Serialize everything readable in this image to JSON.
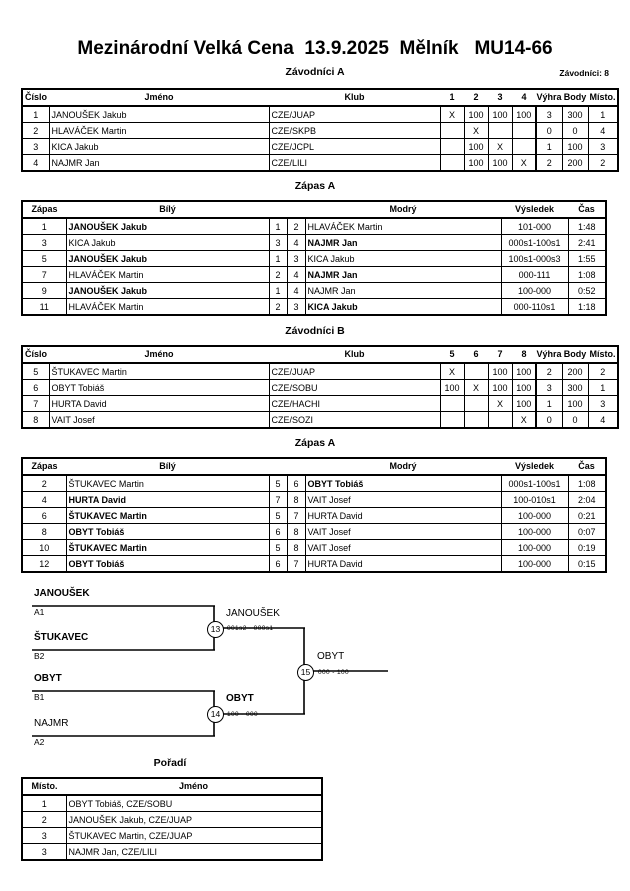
{
  "header": {
    "title": "Mezinárodní Velká Cena  13.9.2025  Mělník   MU14-66",
    "entrants_label": "Závodníci: 8"
  },
  "sections": {
    "group_a_caption": "Závodníci A",
    "group_b_caption": "Závodníci B",
    "match_a_caption": "Zápas A",
    "match_b_caption": "Zápas A",
    "order_caption": "Pořadí"
  },
  "roundrobin_headers": {
    "cislo": "Číslo",
    "jmeno": "Jméno",
    "klub": "Klub",
    "vyhra": "Výhra",
    "body": "Body",
    "misto": "Místo."
  },
  "group_a": {
    "opponent_columns": [
      "1",
      "2",
      "3",
      "4"
    ],
    "rows": [
      {
        "cislo": "1",
        "jmeno": "JANOUŠEK Jakub",
        "klub": "CZE/JUAP",
        "cells": [
          "X",
          "100",
          "100",
          "100"
        ],
        "vyhra": "3",
        "body": "300",
        "misto": "1"
      },
      {
        "cislo": "2",
        "jmeno": "HLAVÁČEK Martin",
        "klub": "CZE/SKPB",
        "cells": [
          "",
          "X",
          "",
          ""
        ],
        "vyhra": "0",
        "body": "0",
        "misto": "4"
      },
      {
        "cislo": "3",
        "jmeno": "KICA Jakub",
        "klub": "CZE/JCPL",
        "cells": [
          "",
          "100",
          "X",
          ""
        ],
        "vyhra": "1",
        "body": "100",
        "misto": "3"
      },
      {
        "cislo": "4",
        "jmeno": "NAJMR Jan",
        "klub": "CZE/LILI",
        "cells": [
          "",
          "100",
          "100",
          "X"
        ],
        "vyhra": "2",
        "body": "200",
        "misto": "2"
      }
    ]
  },
  "group_b": {
    "opponent_columns": [
      "5",
      "6",
      "7",
      "8"
    ],
    "rows": [
      {
        "cislo": "5",
        "jmeno": "ŠTUKAVEC Martin",
        "klub": "CZE/JUAP",
        "cells": [
          "X",
          "",
          "100",
          "100"
        ],
        "vyhra": "2",
        "body": "200",
        "misto": "2"
      },
      {
        "cislo": "6",
        "jmeno": "OBYT Tobiáš",
        "klub": "CZE/SOBU",
        "cells": [
          "100",
          "X",
          "100",
          "100"
        ],
        "vyhra": "3",
        "body": "300",
        "misto": "1"
      },
      {
        "cislo": "7",
        "jmeno": "HURTA David",
        "klub": "CZE/HACHI",
        "cells": [
          "",
          "",
          "X",
          "100"
        ],
        "vyhra": "1",
        "body": "100",
        "misto": "3"
      },
      {
        "cislo": "8",
        "jmeno": "VAIT Josef",
        "klub": "CZE/SOZI",
        "cells": [
          "",
          "",
          "",
          "X"
        ],
        "vyhra": "0",
        "body": "0",
        "misto": "4"
      }
    ]
  },
  "match_headers": {
    "zapas": "Zápas",
    "bily": "Bílý",
    "modry": "Modrý",
    "vysledek": "Výsledek",
    "cas": "Čas"
  },
  "matches_a": [
    {
      "zapas": "1",
      "bily": "JANOUŠEK Jakub",
      "bily_bold": true,
      "wn": "1",
      "bn": "2",
      "modry": "HLAVÁČEK Martin",
      "modry_bold": false,
      "vysledek": "101-000",
      "cas": "1:48"
    },
    {
      "zapas": "3",
      "bily": "KICA Jakub",
      "bily_bold": false,
      "wn": "3",
      "bn": "4",
      "modry": "NAJMR Jan",
      "modry_bold": true,
      "vysledek": "000s1-100s1",
      "cas": "2:41"
    },
    {
      "zapas": "5",
      "bily": "JANOUŠEK Jakub",
      "bily_bold": true,
      "wn": "1",
      "bn": "3",
      "modry": "KICA Jakub",
      "modry_bold": false,
      "vysledek": "100s1-000s3",
      "cas": "1:55"
    },
    {
      "zapas": "7",
      "bily": "HLAVÁČEK Martin",
      "bily_bold": false,
      "wn": "2",
      "bn": "4",
      "modry": "NAJMR Jan",
      "modry_bold": true,
      "vysledek": "000-111",
      "cas": "1:08"
    },
    {
      "zapas": "9",
      "bily": "JANOUŠEK Jakub",
      "bily_bold": true,
      "wn": "1",
      "bn": "4",
      "modry": "NAJMR Jan",
      "modry_bold": false,
      "vysledek": "100-000",
      "cas": "0:52"
    },
    {
      "zapas": "11",
      "bily": "HLAVÁČEK Martin",
      "bily_bold": false,
      "wn": "2",
      "bn": "3",
      "modry": "KICA Jakub",
      "modry_bold": true,
      "vysledek": "000-110s1",
      "cas": "1:18"
    }
  ],
  "matches_b": [
    {
      "zapas": "2",
      "bily": "ŠTUKAVEC Martin",
      "bily_bold": false,
      "wn": "5",
      "bn": "6",
      "modry": "OBYT Tobiáš",
      "modry_bold": true,
      "vysledek": "000s1-100s1",
      "cas": "1:08"
    },
    {
      "zapas": "4",
      "bily": "HURTA David",
      "bily_bold": true,
      "wn": "7",
      "bn": "8",
      "modry": "VAIT Josef",
      "modry_bold": false,
      "vysledek": "100-010s1",
      "cas": "2:04"
    },
    {
      "zapas": "6",
      "bily": "ŠTUKAVEC Martin",
      "bily_bold": true,
      "wn": "5",
      "bn": "7",
      "modry": "HURTA David",
      "modry_bold": false,
      "vysledek": "100-000",
      "cas": "0:21"
    },
    {
      "zapas": "8",
      "bily": "OBYT Tobiáš",
      "bily_bold": true,
      "wn": "6",
      "bn": "8",
      "modry": "VAIT Josef",
      "modry_bold": false,
      "vysledek": "100-000",
      "cas": "0:07"
    },
    {
      "zapas": "10",
      "bily": "ŠTUKAVEC Martin",
      "bily_bold": true,
      "wn": "5",
      "bn": "8",
      "modry": "VAIT Josef",
      "modry_bold": false,
      "vysledek": "100-000",
      "cas": "0:19"
    },
    {
      "zapas": "12",
      "bily": "OBYT Tobiáš",
      "bily_bold": true,
      "wn": "6",
      "bn": "7",
      "modry": "HURTA David",
      "modry_bold": false,
      "vysledek": "100-000",
      "cas": "0:15"
    }
  ],
  "bracket": {
    "entries": [
      {
        "name": "JANOUŠEK",
        "seed": "A1",
        "bold": true
      },
      {
        "name": "ŠTUKAVEC",
        "seed": "B2",
        "bold": true
      },
      {
        "name": "OBYT",
        "seed": "B1",
        "bold": true
      },
      {
        "name": "NAJMR",
        "seed": "A2",
        "bold": false
      }
    ],
    "nodes": [
      {
        "num": "13",
        "winner": "JANOUŠEK",
        "bold": false,
        "score": "001s2 - 000s1"
      },
      {
        "num": "14",
        "winner": "OBYT",
        "bold": true,
        "score": "100 - 000"
      },
      {
        "num": "15",
        "winner": "OBYT",
        "bold": false,
        "score": "000 - 100"
      }
    ]
  },
  "order_headers": {
    "misto": "Místo.",
    "jmeno": "Jméno"
  },
  "order_rows": [
    {
      "misto": "1",
      "jmeno": "OBYT Tobiáš, CZE/SOBU"
    },
    {
      "misto": "2",
      "jmeno": "JANOUŠEK Jakub, CZE/JUAP"
    },
    {
      "misto": "3",
      "jmeno": "ŠTUKAVEC Martin, CZE/JUAP"
    },
    {
      "misto": "3",
      "jmeno": "NAJMR Jan, CZE/LILI"
    }
  ]
}
